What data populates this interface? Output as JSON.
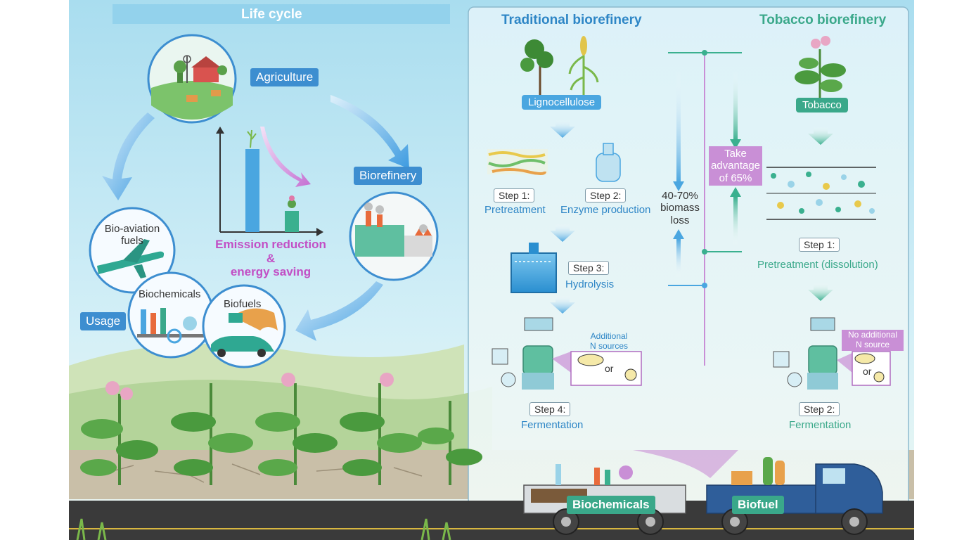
{
  "colors": {
    "sky_left": "#bfe6f2",
    "panel_bg": "#e8f6fb",
    "blue_text": "#2e86c6",
    "green_text": "#3aa88a",
    "magenta_text": "#c24fc5",
    "blue_label": "#3d8ed0",
    "green_label": "#3aa88a",
    "purple_label": "#c98fd6",
    "road": "#3a3a3a"
  },
  "life_cycle": {
    "title": "Life cycle",
    "agriculture": "Agriculture",
    "biorefinery": "Biorefinery",
    "usage": "Usage",
    "bio_aviation_fuels": "Bio-aviation fuels",
    "biochemicals": "Biochemicals",
    "biofuels": "Biofuels",
    "emission_line1": "Emission reduction",
    "emission_line2": "&",
    "emission_line3": "energy saving"
  },
  "traditional": {
    "title": "Traditional biorefinery",
    "feedstock": "Lignocellulose",
    "step1": "Step 1:",
    "step1_label": "Pretreatment",
    "step2": "Step 2:",
    "step2_label": "Enzyme production",
    "step3": "Step 3:",
    "step3_label": "Hydrolysis",
    "step4": "Step 4:",
    "step4_label": "Fermentation",
    "additional_n_line1": "Additional",
    "additional_n_line2": "N sources",
    "or": "or"
  },
  "middle": {
    "loss_line1": "40-70%",
    "loss_line2": "biomass",
    "loss_line3": "loss",
    "advantage_line1": "Take",
    "advantage_line2": "advantage",
    "advantage_line3": "of 65%"
  },
  "tobacco": {
    "title": "Tobacco biorefinery",
    "feedstock": "Tobacco",
    "step1": "Step 1:",
    "step1_label": "Pretreatment (dissolution)",
    "step2": "Step 2:",
    "step2_label": "Fermentation",
    "no_additional_line1": "No additional",
    "no_additional_line2": "N source",
    "or": "or"
  },
  "trucks": {
    "biochemicals": "Biochemicals",
    "biofuel": "Biofuel"
  }
}
